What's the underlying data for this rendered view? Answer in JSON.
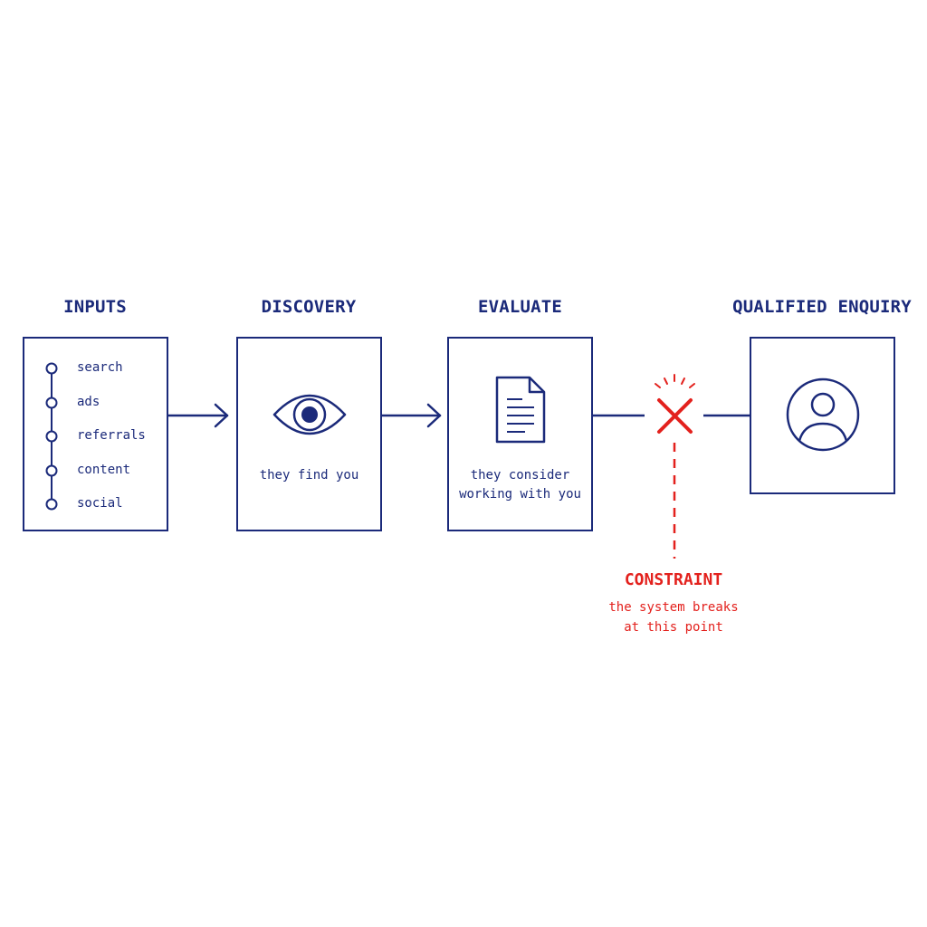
{
  "colors": {
    "primary": "#1b2a7a",
    "constraint": "#e3211d"
  },
  "stages": {
    "inputs": {
      "title": "INPUTS",
      "items": [
        "search",
        "ads",
        "referrals",
        "content",
        "social"
      ]
    },
    "discovery": {
      "title": "DISCOVERY",
      "icon": "eye-icon",
      "caption": "they find you"
    },
    "evaluate": {
      "title": "EVALUATE",
      "icon": "document-icon",
      "caption_lines": [
        "they consider",
        "working with you"
      ]
    },
    "qualified": {
      "title": "QUALIFIED ENQUIRY",
      "icon": "user-avatar-icon"
    }
  },
  "constraint": {
    "icon": "x-break-icon",
    "title": "CONSTRAINT",
    "text_lines": [
      "the system breaks",
      "at this point"
    ]
  }
}
